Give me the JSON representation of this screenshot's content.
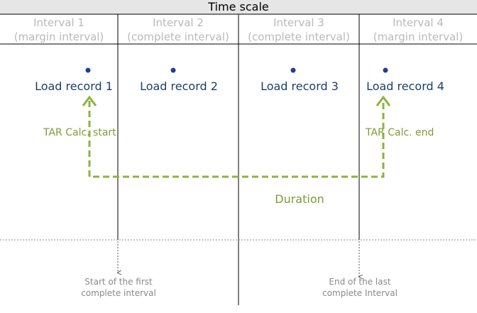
{
  "title": "Time scale",
  "intervals": [
    {
      "name": "Interval  1",
      "kind": "(margin interval)"
    },
    {
      "name": "Interval  2",
      "kind": "(complete interval)"
    },
    {
      "name": "Interval  3",
      "kind": "(complete interval)"
    },
    {
      "name": "Interval  4",
      "kind": "(margin interval)"
    }
  ],
  "records": [
    "Load record 1",
    "Load record 2",
    "Load record 3",
    "Load record 4"
  ],
  "tar_start": "TAR Calc. start",
  "tar_end": "TAR Calc. end",
  "duration": "Duration",
  "notes": {
    "start_line1": "Start of the first",
    "start_line2": "complete interval",
    "end_line1": "End of the last",
    "end_line2": "complete Interval"
  },
  "colors": {
    "header_background": "#e6e6e6",
    "grid_line": "#000000",
    "interval_text": "#b9b9b9",
    "record_text": "#1b3f66",
    "record_dot": "#1e3d9b",
    "duration_path": "#8bb33f",
    "duration_text": "#7e9c36",
    "note_text": "#8a8a8a"
  }
}
